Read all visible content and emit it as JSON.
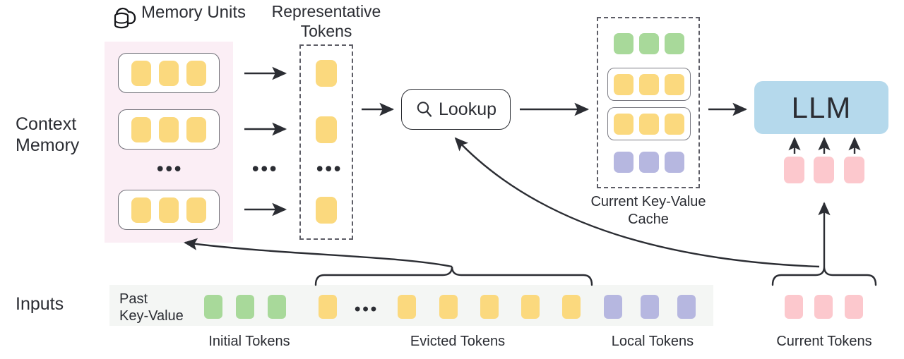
{
  "diagram": {
    "title_icon": "cloud-database-icon",
    "row_labels": {
      "context_memory": "Context\nMemory",
      "inputs": "Inputs"
    },
    "headers": {
      "memory_units": "Memory Units",
      "representative_tokens": "Representative\nTokens"
    },
    "lookup": {
      "label": "Lookup",
      "icon": "magnifier-icon"
    },
    "kv_cache": {
      "caption": "Current Key-Value\nCache",
      "rows": [
        {
          "style": "plain",
          "color": "#a8d99a",
          "count": 3,
          "name": "initial-tokens-row"
        },
        {
          "style": "boxed",
          "color": "#fbd97e",
          "count": 3,
          "name": "retrieved-memory-unit-row-1"
        },
        {
          "style": "boxed",
          "color": "#fbd97e",
          "count": 3,
          "name": "retrieved-memory-unit-row-2"
        },
        {
          "style": "plain",
          "color": "#b6b7e0",
          "count": 3,
          "name": "local-tokens-row"
        }
      ]
    },
    "llm": {
      "label": "LLM"
    },
    "context_memory": {
      "unit_token_color": "#fbd97e",
      "units": [
        {
          "tokens": 3
        },
        {
          "tokens": 3
        },
        {
          "tokens": 3
        }
      ],
      "ellipsis": "•••"
    },
    "representative_tokens": {
      "color": "#fbd97e",
      "count": 3,
      "ellipsis": "•••"
    },
    "inputs": {
      "past_kv_label": "Past\nKey-Value",
      "ellipsis": "•••",
      "tokens": [
        {
          "color": "#a8d99a",
          "group": "initial"
        },
        {
          "color": "#a8d99a",
          "group": "initial"
        },
        {
          "color": "#a8d99a",
          "group": "initial"
        },
        {
          "color": "#fbd97e",
          "group": "evicted"
        },
        {
          "color": "#fbd97e",
          "group": "evicted"
        },
        {
          "color": "#fbd97e",
          "group": "evicted"
        },
        {
          "color": "#fbd97e",
          "group": "evicted"
        },
        {
          "color": "#fbd97e",
          "group": "evicted"
        },
        {
          "color": "#fbd97e",
          "group": "evicted"
        },
        {
          "color": "#b6b7e0",
          "group": "local"
        },
        {
          "color": "#b6b7e0",
          "group": "local"
        },
        {
          "color": "#b6b7e0",
          "group": "local"
        }
      ],
      "current_tokens": [
        {
          "color": "#fcc8cd"
        },
        {
          "color": "#fcc8cd"
        },
        {
          "color": "#fcc8cd"
        }
      ],
      "captions": {
        "initial": "Initial Tokens",
        "evicted": "Evicted Tokens",
        "local": "Local Tokens",
        "current": "Current Tokens"
      }
    },
    "colors": {
      "yellow": "#fbd97e",
      "green": "#a8d99a",
      "purple": "#b6b7e0",
      "pink": "#fcc8cd",
      "blue": "#b5d9ec",
      "panel_pink": "#fbeef5",
      "band_gray": "#f4f6f4",
      "stroke": "#2b2d33"
    }
  }
}
